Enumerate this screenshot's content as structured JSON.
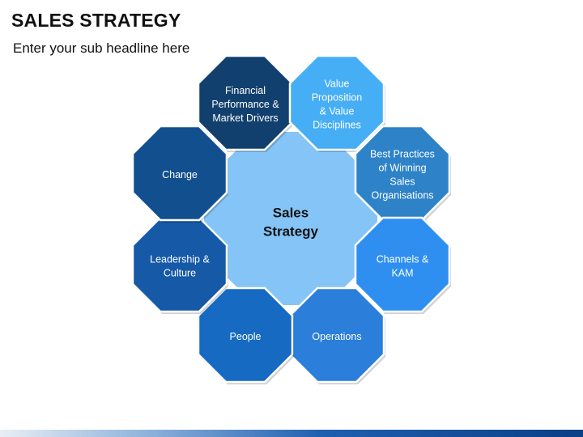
{
  "title": "SALES STRATEGY",
  "subtitle": "Enter your sub headline here",
  "center": {
    "lines": [
      "Sales",
      "Strategy"
    ],
    "color": "#85c4f6"
  },
  "nodes": [
    {
      "id": "financial-performance",
      "lines": [
        "Financial",
        "Performance &",
        "Market Drivers"
      ],
      "color": "#12406e"
    },
    {
      "id": "value-proposition",
      "lines": [
        "Value",
        "Proposition",
        "& Value",
        "Disciplines"
      ],
      "color": "#45aef5"
    },
    {
      "id": "best-practices",
      "lines": [
        "Best Practices",
        "of Winning",
        "Sales",
        "Organisations"
      ],
      "color": "#2d82c8"
    },
    {
      "id": "channels-kam",
      "lines": [
        "Channels &",
        "KAM"
      ],
      "color": "#2e8ff0"
    },
    {
      "id": "operations",
      "lines": [
        "Operations"
      ],
      "color": "#2b7ed9"
    },
    {
      "id": "people",
      "lines": [
        "People"
      ],
      "color": "#166ac2"
    },
    {
      "id": "leadership-culture",
      "lines": [
        "Leadership &",
        "Culture"
      ],
      "color": "#1559a7"
    },
    {
      "id": "change",
      "lines": [
        "Change"
      ],
      "color": "#124f8f"
    }
  ]
}
